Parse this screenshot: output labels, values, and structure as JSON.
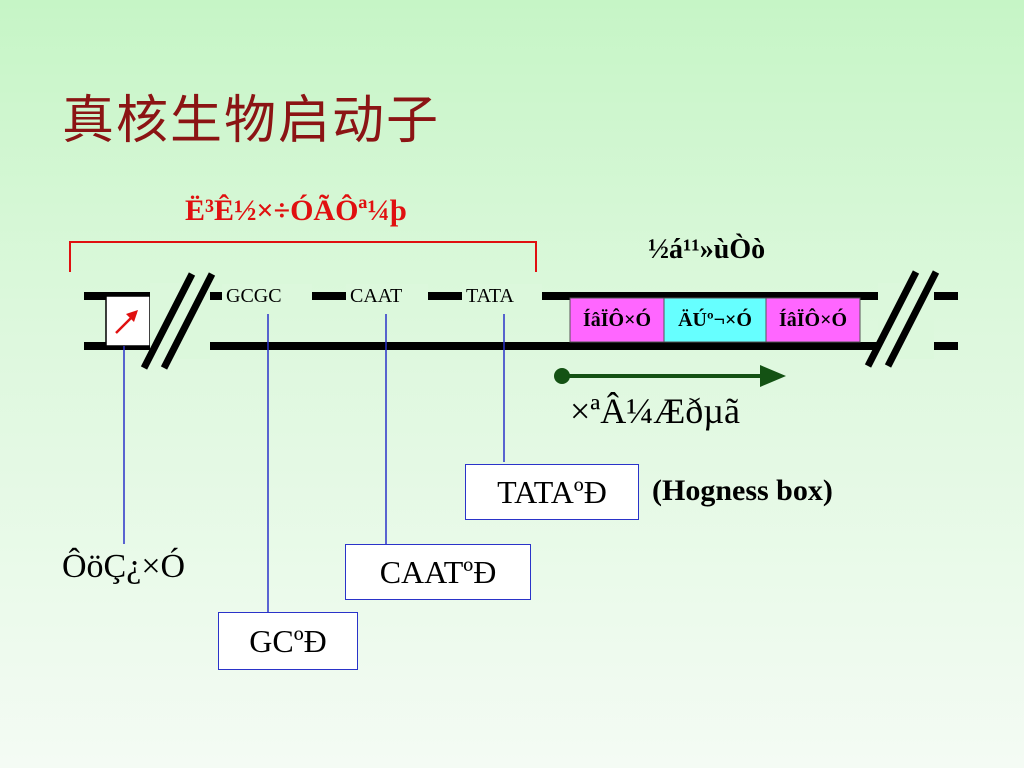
{
  "title": "真核生物启动子",
  "region_label": "Ë³Ê½×÷ÓÃÔª¼þ",
  "structure_label": "½á¹¹»ùÒò",
  "elements": [
    "GCGC",
    "CAAT",
    "TATA"
  ],
  "gene_segments": [
    "ÍâÏÔ×Ó",
    "ÄÚº¬×Ó",
    "ÍâÏÔ×Ó"
  ],
  "direction_label": "×ªÂ¼Æðµã",
  "tata_box_label": "TATAºÐ",
  "hogness_label": "(Hogness box)",
  "caat_box_label": "CAATºÐ",
  "gc_box_label": "GCºÐ",
  "hw_label": "ÔöÇ¿×Ó",
  "colors": {
    "title": "#8b1414",
    "region": "#e01010",
    "exon": "#ff66ff",
    "intron": "#66ffff",
    "arrow": "#145214",
    "connector": "#2a33c9",
    "enhancer_arrow": "#e01010"
  }
}
